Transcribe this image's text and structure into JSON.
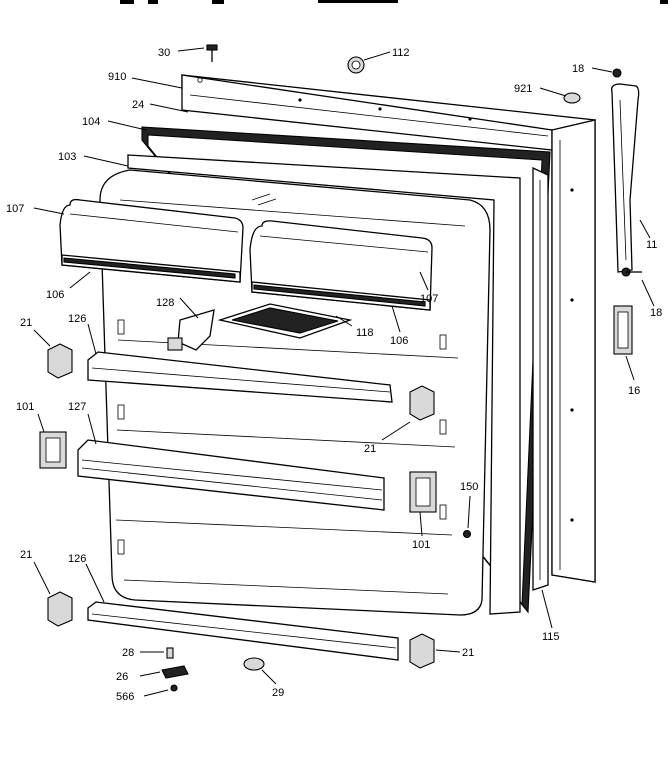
{
  "diagram": {
    "callouts": {
      "c30": "30",
      "c112": "112",
      "c18a": "18",
      "c910": "910",
      "c921": "921",
      "c24": "24",
      "c104": "104",
      "c103": "103",
      "c107a": "107",
      "c11": "11",
      "c18b": "18",
      "c106a": "106",
      "c128": "128",
      "c118": "118",
      "c106b": "106",
      "c107b": "107",
      "c21a": "21",
      "c126a": "126",
      "c16": "16",
      "c101a": "101",
      "c127": "127",
      "c21b": "21",
      "c150": "150",
      "c101b": "101",
      "c21c": "21",
      "c126b": "126",
      "c115": "115",
      "c28": "28",
      "c21d": "21",
      "c26": "26",
      "c29": "29",
      "c566": "566"
    }
  }
}
